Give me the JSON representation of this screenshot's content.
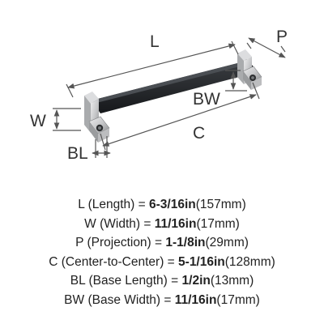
{
  "diagram": {
    "labels": {
      "length": "L",
      "projection": "P",
      "width": "W",
      "base_width": "BW",
      "center_to_center": "C",
      "base_length": "BL"
    },
    "colors": {
      "bar": "#23262a",
      "post": "#c7c8ca",
      "dimension_line": "#555555",
      "text": "#222222"
    }
  },
  "specs": [
    {
      "code": "L",
      "name": "(Length) = ",
      "imperial": "6-3/16in",
      "metric": "(157mm)"
    },
    {
      "code": "W",
      "name": "(Width) = ",
      "imperial": "11/16in",
      "metric": "(17mm)"
    },
    {
      "code": "P",
      "name": "(Projection) = ",
      "imperial": "1-1/8in",
      "metric": "(29mm)"
    },
    {
      "code": "C",
      "name": "(Center-to-Center) = ",
      "imperial": "5-1/16in",
      "metric": "(128mm)"
    },
    {
      "code": "BL",
      "name": "(Base Length) = ",
      "imperial": "1/2in",
      "metric": "(13mm)"
    },
    {
      "code": "BW",
      "name": "(Base Width) = ",
      "imperial": "11/16in",
      "metric": "(17mm)"
    }
  ]
}
